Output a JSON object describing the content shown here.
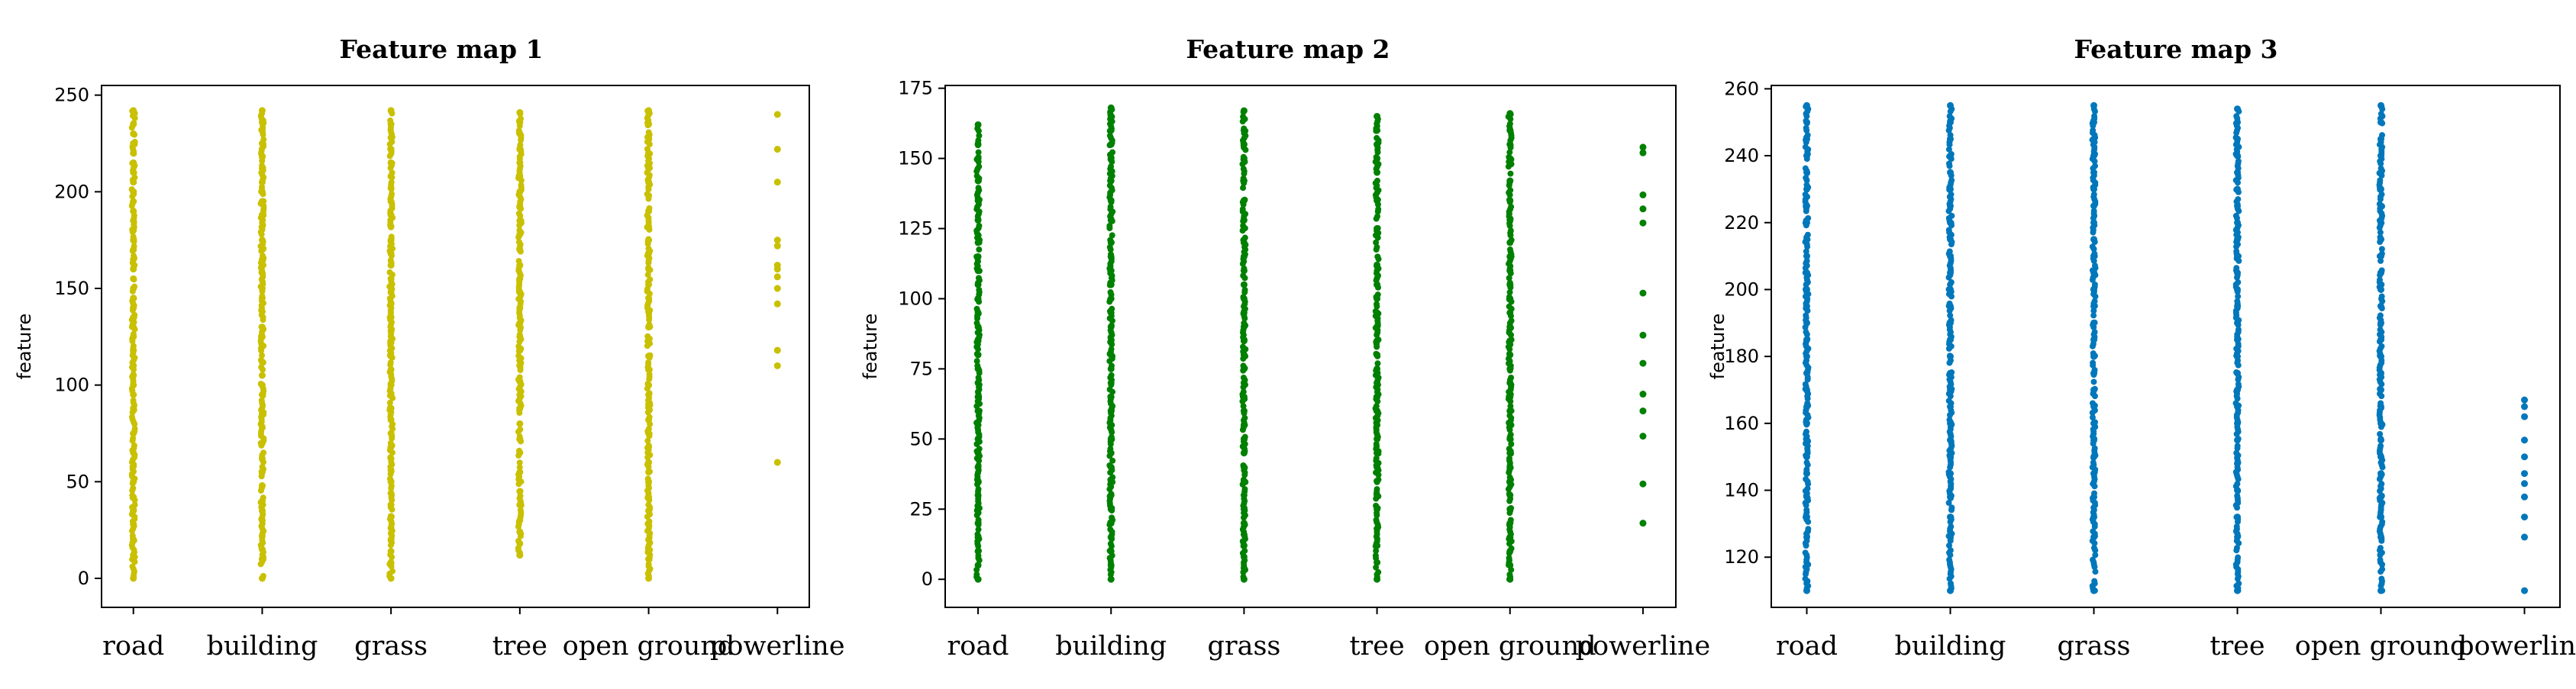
{
  "chart_data": [
    {
      "type": "scatter",
      "title": "Feature map 1",
      "ylabel": "feature",
      "xlabel": "",
      "ylim": [
        -15,
        255
      ],
      "yticks": [
        0,
        50,
        100,
        150,
        200,
        250
      ],
      "categories": [
        "road",
        "building",
        "grass",
        "tree",
        "open ground",
        "powerline"
      ],
      "color": "#c8c000",
      "series": [
        {
          "category": "road",
          "values": [
            0,
            12,
            20,
            28,
            35,
            42,
            50,
            58,
            65,
            75,
            88,
            95,
            100,
            105,
            110,
            118,
            125,
            130,
            135,
            140,
            145,
            150,
            155,
            160,
            165,
            170,
            175,
            180,
            185,
            190,
            195,
            200,
            205,
            210,
            215,
            220,
            225,
            230,
            235,
            242
          ]
        },
        {
          "category": "building",
          "values": [
            0,
            10,
            15,
            22,
            30,
            35,
            40,
            48,
            55,
            62,
            70,
            78,
            85,
            95,
            100,
            105,
            112,
            120,
            125,
            130,
            138,
            145,
            150,
            158,
            165,
            170,
            175,
            182,
            188,
            195,
            200,
            205,
            212,
            218,
            225,
            232,
            236,
            242
          ]
        },
        {
          "category": "grass",
          "values": [
            0,
            8,
            14,
            20,
            26,
            32,
            38,
            44,
            50,
            56,
            62,
            68,
            75,
            82,
            88,
            95,
            100,
            108,
            115,
            122,
            128,
            135,
            142,
            148,
            155,
            162,
            168,
            175,
            182,
            188,
            195,
            202,
            208,
            215,
            222,
            228,
            235,
            242
          ]
        },
        {
          "category": "tree",
          "values": [
            12,
            18,
            24,
            30,
            38,
            45,
            55,
            65,
            72,
            80,
            88,
            95,
            102,
            110,
            118,
            125,
            132,
            140,
            148,
            155,
            162,
            170,
            178,
            185,
            192,
            200,
            208,
            215,
            222,
            230,
            236,
            241
          ]
        },
        {
          "category": "open ground",
          "values": [
            0,
            10,
            15,
            20,
            28,
            35,
            42,
            50,
            55,
            60,
            68,
            75,
            82,
            90,
            95,
            100,
            108,
            115,
            122,
            130,
            138,
            145,
            152,
            160,
            168,
            175,
            182,
            190,
            198,
            205,
            212,
            220,
            228,
            235,
            242
          ]
        },
        {
          "category": "powerline",
          "values": [
            60,
            110,
            118,
            142,
            150,
            156,
            160,
            162,
            172,
            175,
            205,
            222,
            240
          ]
        }
      ]
    },
    {
      "type": "scatter",
      "title": "Feature map 2",
      "ylabel": "feature",
      "xlabel": "",
      "ylim": [
        -10,
        176
      ],
      "yticks": [
        0,
        25,
        50,
        75,
        100,
        125,
        150,
        175
      ],
      "categories": [
        "road",
        "building",
        "grass",
        "tree",
        "open ground",
        "powerline"
      ],
      "color": "#008000",
      "series": [
        {
          "category": "road",
          "values": [
            0,
            5,
            10,
            15,
            20,
            25,
            30,
            35,
            40,
            45,
            50,
            55,
            60,
            65,
            70,
            75,
            80,
            85,
            90,
            95,
            100,
            105,
            110,
            115,
            120,
            128,
            135,
            142,
            150,
            155,
            162
          ]
        },
        {
          "category": "building",
          "values": [
            0,
            5,
            10,
            15,
            20,
            25,
            30,
            35,
            40,
            45,
            50,
            55,
            60,
            65,
            70,
            75,
            80,
            85,
            90,
            95,
            100,
            105,
            110,
            115,
            120,
            128,
            135,
            142,
            150,
            155,
            160,
            165,
            168
          ]
        },
        {
          "category": "grass",
          "values": [
            0,
            4,
            8,
            12,
            16,
            20,
            25,
            30,
            35,
            40,
            45,
            50,
            55,
            60,
            65,
            70,
            75,
            80,
            85,
            90,
            95,
            100,
            105,
            110,
            115,
            120,
            128,
            135,
            142,
            150,
            155,
            160,
            167
          ]
        },
        {
          "category": "tree",
          "values": [
            0,
            6,
            12,
            18,
            25,
            30,
            35,
            40,
            45,
            50,
            55,
            60,
            65,
            70,
            75,
            80,
            85,
            90,
            95,
            100,
            105,
            112,
            125,
            135,
            145,
            150,
            155,
            160,
            165
          ]
        },
        {
          "category": "open ground",
          "values": [
            0,
            5,
            10,
            15,
            20,
            25,
            30,
            35,
            40,
            45,
            50,
            55,
            60,
            65,
            70,
            75,
            80,
            85,
            90,
            95,
            100,
            105,
            110,
            115,
            120,
            128,
            135,
            142,
            150,
            155,
            160,
            166
          ]
        },
        {
          "category": "powerline",
          "values": [
            20,
            34,
            51,
            60,
            66,
            77,
            87,
            102,
            127,
            132,
            137,
            152,
            154
          ]
        }
      ]
    },
    {
      "type": "scatter",
      "title": "Feature map 3",
      "ylabel": "feature",
      "xlabel": "",
      "ylim": [
        105,
        261
      ],
      "yticks": [
        120,
        140,
        160,
        180,
        200,
        220,
        240,
        260
      ],
      "categories": [
        "road",
        "building",
        "grass",
        "tree",
        "open ground",
        "powerline"
      ],
      "color": "#0077bb",
      "series": [
        {
          "category": "road",
          "values": [
            110,
            126,
            132,
            138,
            145,
            150,
            155,
            160,
            165,
            170,
            175,
            180,
            185,
            190,
            195,
            200,
            205,
            210,
            215,
            220,
            225,
            230,
            235,
            240,
            245,
            250,
            255
          ]
        },
        {
          "category": "building",
          "values": [
            110,
            126,
            132,
            138,
            145,
            150,
            155,
            160,
            165,
            170,
            175,
            180,
            185,
            190,
            195,
            200,
            205,
            210,
            215,
            220,
            225,
            230,
            235,
            240,
            245,
            250,
            255
          ]
        },
        {
          "category": "grass",
          "values": [
            110,
            126,
            132,
            138,
            145,
            150,
            155,
            160,
            165,
            170,
            175,
            180,
            185,
            190,
            195,
            200,
            205,
            210,
            215,
            220,
            225,
            230,
            235,
            240,
            245,
            250,
            255
          ]
        },
        {
          "category": "tree",
          "values": [
            110,
            126,
            132,
            140,
            148,
            155,
            160,
            165,
            170,
            175,
            180,
            185,
            190,
            195,
            200,
            205,
            210,
            215,
            220,
            225,
            230,
            235,
            240,
            245,
            250,
            254
          ]
        },
        {
          "category": "open ground",
          "values": [
            110,
            126,
            132,
            138,
            145,
            150,
            155,
            160,
            165,
            170,
            175,
            180,
            185,
            190,
            195,
            200,
            205,
            210,
            215,
            220,
            225,
            230,
            235,
            240,
            245,
            250,
            255
          ]
        },
        {
          "category": "powerline",
          "values": [
            110,
            126,
            132,
            138,
            142,
            145,
            150,
            155,
            162,
            165,
            167
          ]
        }
      ]
    }
  ]
}
